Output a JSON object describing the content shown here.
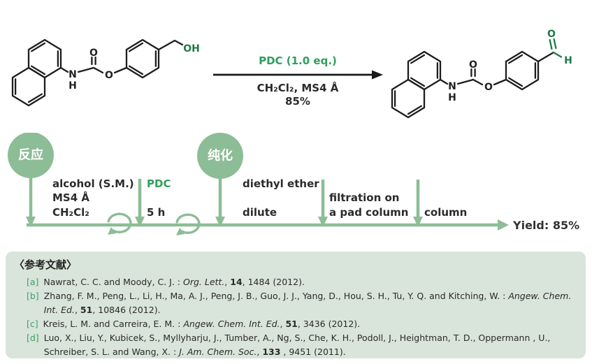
{
  "colors": {
    "sage_green": "#8cbd96",
    "accent_green": "#2f9e5f",
    "structure_green": "#1e7b44",
    "reference_bg": "#d9e4da",
    "text_dark": "#2b2b2b"
  },
  "scheme": {
    "reagent": "PDC (1.0 eq.)",
    "conditions": "CH₂Cl₂, MS4 Å",
    "yield": "85%",
    "atoms": {
      "n": "N",
      "h": "H",
      "o": "O",
      "oh": "OH"
    }
  },
  "timeline": {
    "stage_reaction": "反应",
    "stage_purification": "纯化",
    "step1_line1": "alcohol (S.M.)",
    "step1_line2": "MS4 Å",
    "step1_line3": "CH₂Cl₂",
    "step2_line1": "PDC",
    "step2_line2": "5 h",
    "step3_line1": "diethyl ether",
    "step3_line2": "dilute",
    "step4_line1": "filtration on",
    "step4_line2": "a pad column",
    "step5_line1": "column",
    "yield": "Yield: 85%"
  },
  "references": {
    "title": "〈参考文献〉",
    "items": [
      {
        "label": "[a]",
        "segments": [
          {
            "t": "Nawrat, C. C. and Moody, C. J. : "
          },
          {
            "t": "Org. Lett.",
            "i": true
          },
          {
            "t": ", "
          },
          {
            "t": "14",
            "b": true
          },
          {
            "t": ", 1484 (2012)."
          }
        ]
      },
      {
        "label": "[b]",
        "segments": [
          {
            "t": "Zhang, F. M., Peng, L., Li, H., Ma, A. J., Peng, J. B., Guo, J. J., Yang, D., Hou, S. H., Tu, Y. Q. and Kitching, W. : "
          },
          {
            "t": "Angew. Chem. Int. Ed.",
            "i": true
          },
          {
            "t": ", "
          },
          {
            "t": "51",
            "b": true
          },
          {
            "t": ", 10846 (2012)."
          }
        ]
      },
      {
        "label": "[c]",
        "segments": [
          {
            "t": "Kreis, L. M. and Carreira, E. M. : "
          },
          {
            "t": "Angew. Chem. Int. Ed.",
            "i": true
          },
          {
            "t": ", "
          },
          {
            "t": "51",
            "b": true
          },
          {
            "t": ", 3436 (2012)."
          }
        ]
      },
      {
        "label": "[d]",
        "segments": [
          {
            "t": "Luo, X., Liu, Y., Kubicek, S., Myllyharju, J., Tumber, A., Ng, S., Che, K. H., Podoll, J., Heightman, T. D., Oppermann , U., Schreiber, S. L. and Wang, X. : "
          },
          {
            "t": "J. Am. Chem. Soc.",
            "i": true
          },
          {
            "t": ", "
          },
          {
            "t": "133",
            "b": true
          },
          {
            "t": " , 9451 (2011)."
          }
        ]
      }
    ]
  }
}
